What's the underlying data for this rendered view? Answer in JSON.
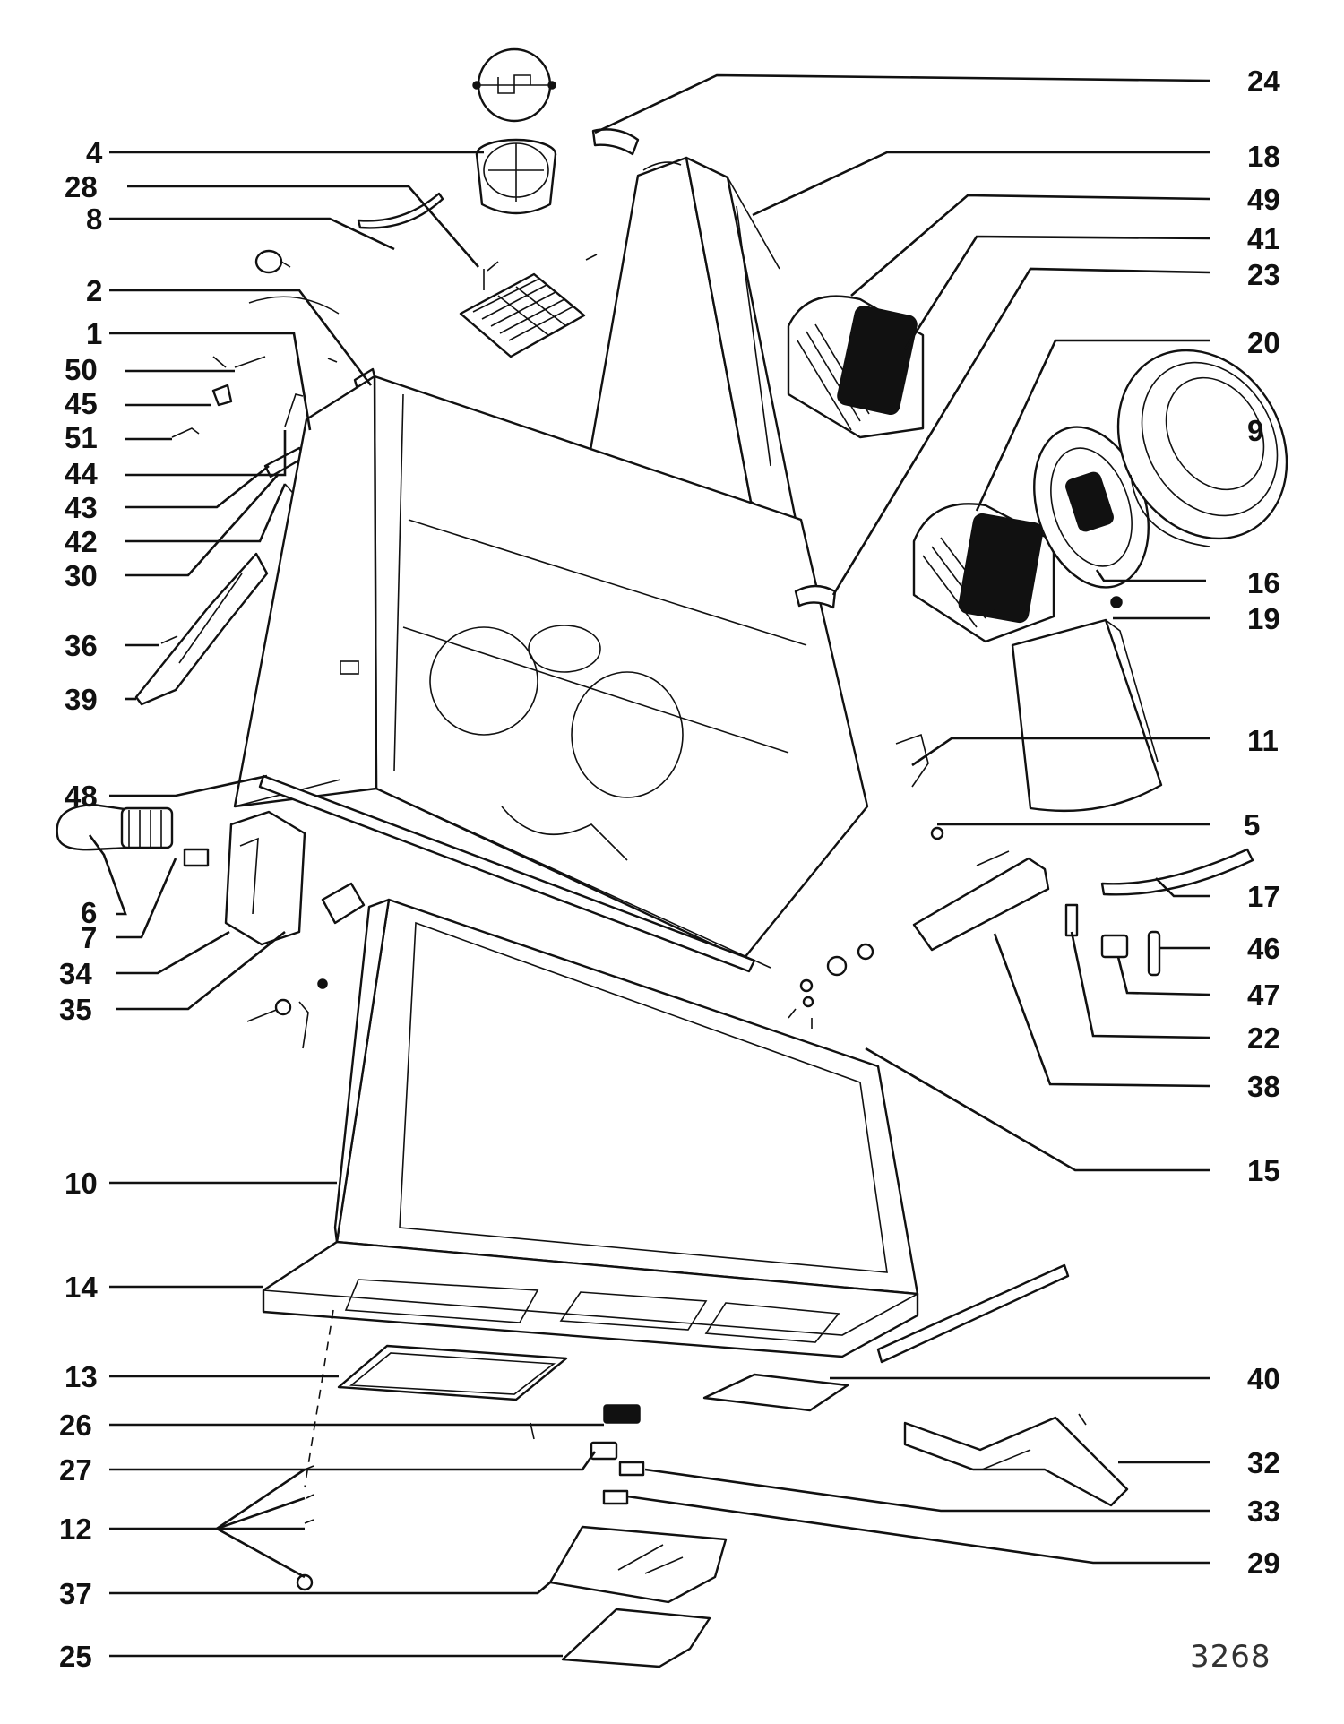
{
  "drawing_number": "3268",
  "callouts": [
    {
      "id": "c24",
      "text": "24"
    },
    {
      "id": "c4",
      "text": "4"
    },
    {
      "id": "c18",
      "text": "18"
    },
    {
      "id": "c28",
      "text": "28"
    },
    {
      "id": "c49",
      "text": "49"
    },
    {
      "id": "c8",
      "text": "8"
    },
    {
      "id": "c41",
      "text": "41"
    },
    {
      "id": "c2",
      "text": "2"
    },
    {
      "id": "c23",
      "text": "23"
    },
    {
      "id": "c1",
      "text": "1"
    },
    {
      "id": "c50",
      "text": "50"
    },
    {
      "id": "c20",
      "text": "20"
    },
    {
      "id": "c45",
      "text": "45"
    },
    {
      "id": "c51",
      "text": "51"
    },
    {
      "id": "c9",
      "text": "9"
    },
    {
      "id": "c44",
      "text": "44"
    },
    {
      "id": "c43",
      "text": "43"
    },
    {
      "id": "c42",
      "text": "42"
    },
    {
      "id": "c30",
      "text": "30"
    },
    {
      "id": "c16",
      "text": "16"
    },
    {
      "id": "c19",
      "text": "19"
    },
    {
      "id": "c36",
      "text": "36"
    },
    {
      "id": "c39",
      "text": "39"
    },
    {
      "id": "c11",
      "text": "11"
    },
    {
      "id": "c48",
      "text": "48"
    },
    {
      "id": "c5",
      "text": "5"
    },
    {
      "id": "c17",
      "text": "17"
    },
    {
      "id": "c6",
      "text": "6"
    },
    {
      "id": "c7",
      "text": "7"
    },
    {
      "id": "c46",
      "text": "46"
    },
    {
      "id": "c34",
      "text": "34"
    },
    {
      "id": "c47",
      "text": "47"
    },
    {
      "id": "c35",
      "text": "35"
    },
    {
      "id": "c22",
      "text": "22"
    },
    {
      "id": "c38",
      "text": "38"
    },
    {
      "id": "c15",
      "text": "15"
    },
    {
      "id": "c10",
      "text": "10"
    },
    {
      "id": "c14",
      "text": "14"
    },
    {
      "id": "c13",
      "text": "13"
    },
    {
      "id": "c40",
      "text": "40"
    },
    {
      "id": "c26",
      "text": "26"
    },
    {
      "id": "c32",
      "text": "32"
    },
    {
      "id": "c27",
      "text": "27"
    },
    {
      "id": "c33",
      "text": "33"
    },
    {
      "id": "c12",
      "text": "12"
    },
    {
      "id": "c29",
      "text": "29"
    },
    {
      "id": "c37",
      "text": "37"
    },
    {
      "id": "c25",
      "text": "25"
    }
  ]
}
